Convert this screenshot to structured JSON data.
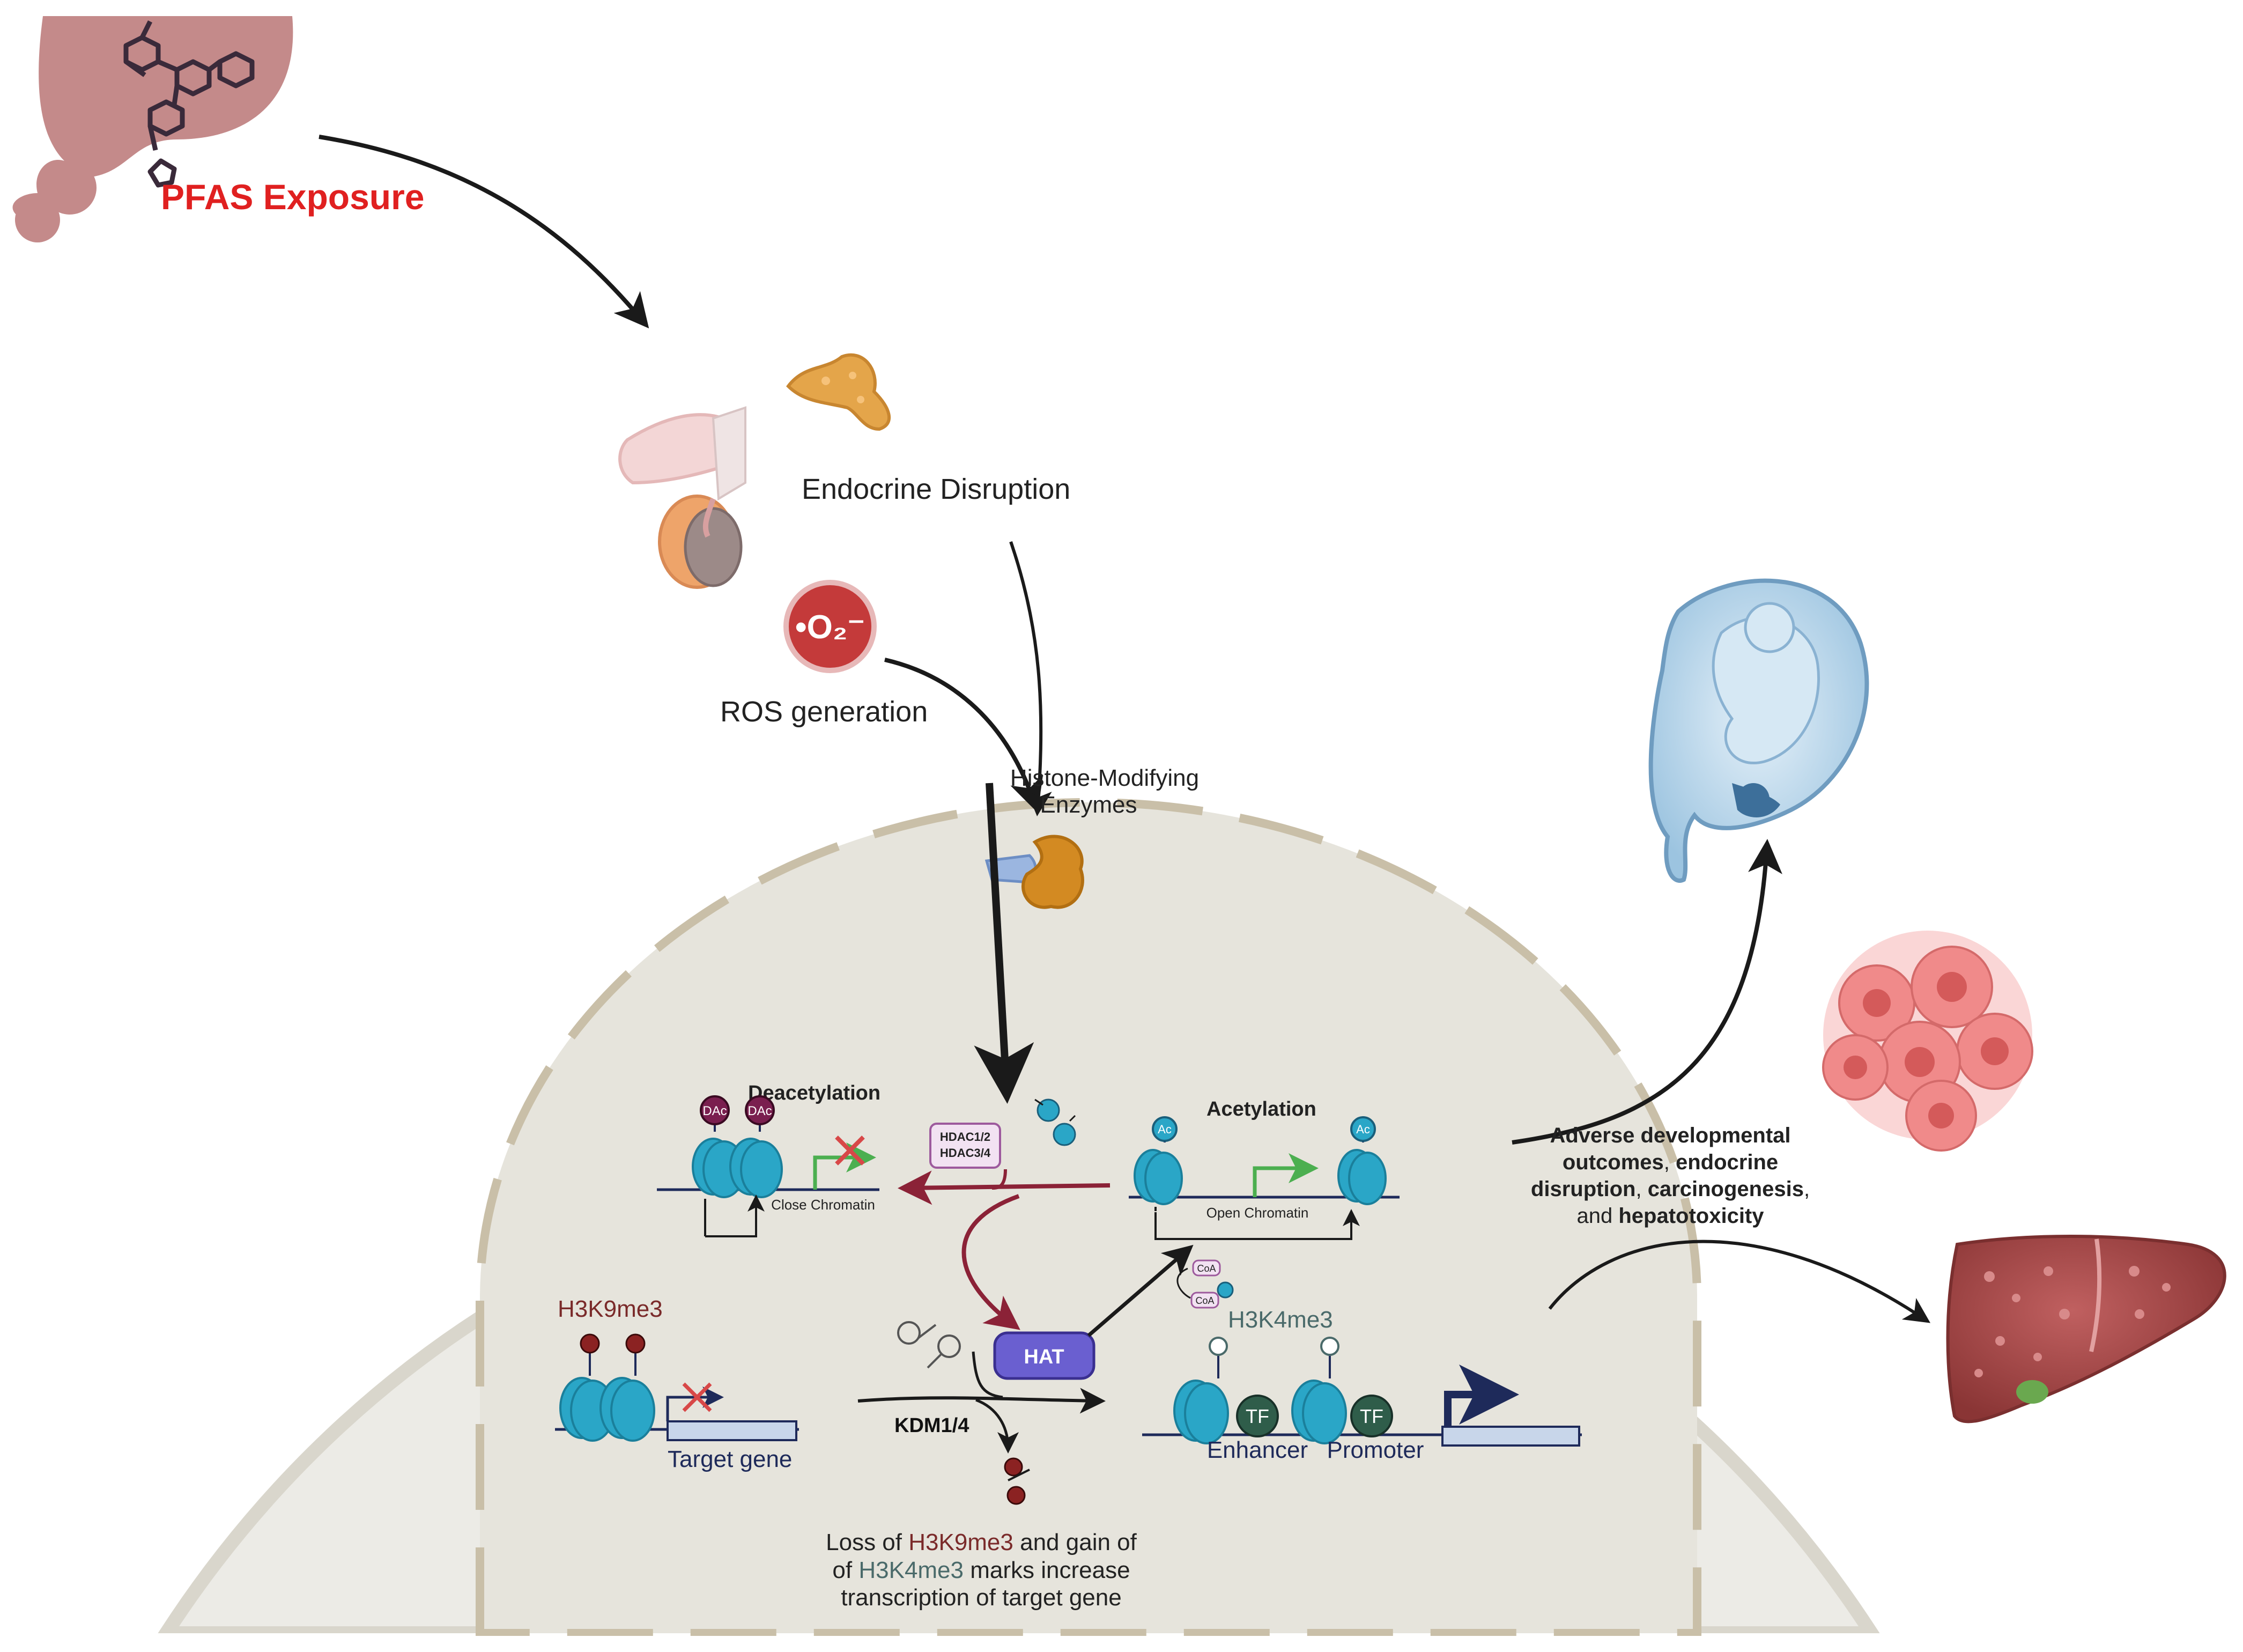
{
  "colors": {
    "pfas_red": "#e02020",
    "cell_fill": "#ecebe6",
    "nucleus_fill": "#e6e4dc",
    "membrane": "#d9d6cc",
    "arrow_dark": "#1a1a1a",
    "arrow_maroon": "#8b2237",
    "green_arrow": "#4caf50",
    "nucleosome_blue": "#2aa6c7",
    "hat_purple": "#6a5fd0",
    "tf_green": "#2f5d4a",
    "h3k9_color": "#7a2a2a",
    "h3k4_color": "#4a6a6a",
    "dac_color": "#7a1f4f",
    "liver": "#a84a4a",
    "tumor": "#f08a8a",
    "fetus": "#bcd8ec"
  },
  "labels": {
    "pfas": "PFAS Exposure",
    "endocrine": "Endocrine Disruption",
    "ros": "ROS generation",
    "o2_symbol": "•O₂⁻",
    "enzymes_line1": "Histone-Modifying",
    "enzymes_line2": "Enzymes",
    "deacetylation": "Deacetylation",
    "acetylation": "Acetylation",
    "close_chromatin": "Close Chromatin",
    "open_chromatin": "Open Chromatin",
    "hdac_line1": "HDAC1/2",
    "hdac_line2": "HDAC3/4",
    "dac": "DAc",
    "ac": "Ac",
    "coa": "CoA",
    "hat": "HAT",
    "h3k9me3": "H3K9me3",
    "h3k4me3": "H3K4me3",
    "target_gene": "Target gene",
    "kdm": "KDM1/4",
    "tf": "TF",
    "enhancer": "Enhancer",
    "promoter": "Promoter",
    "caption": {
      "p1": "Loss of ",
      "h3k9": "H3K9me3",
      "p2": " and gain of",
      "p3": "of ",
      "h3k4": "H3K4me3",
      "p4": " marks increase",
      "line3": "transcription of target gene"
    },
    "outcome": {
      "line1": "Adverse developmental",
      "line2a": "outcomes",
      "line2b": ", ",
      "line2c": "endocrine",
      "line3a": "disruption",
      "line3b": ", ",
      "line3c": "carcinogenesis",
      "line3d": ",",
      "line4a": "and ",
      "line4b": "hepatotoxicity"
    }
  },
  "icons": [
    "pfas-molecule-cloud-icon",
    "pancreas-icon",
    "thyroid-icon",
    "superoxide-icon",
    "enzyme-icon",
    "fetus-uterus-icon",
    "tumor-cells-icon",
    "liver-icon",
    "nucleosome-icon",
    "tf-icon"
  ]
}
